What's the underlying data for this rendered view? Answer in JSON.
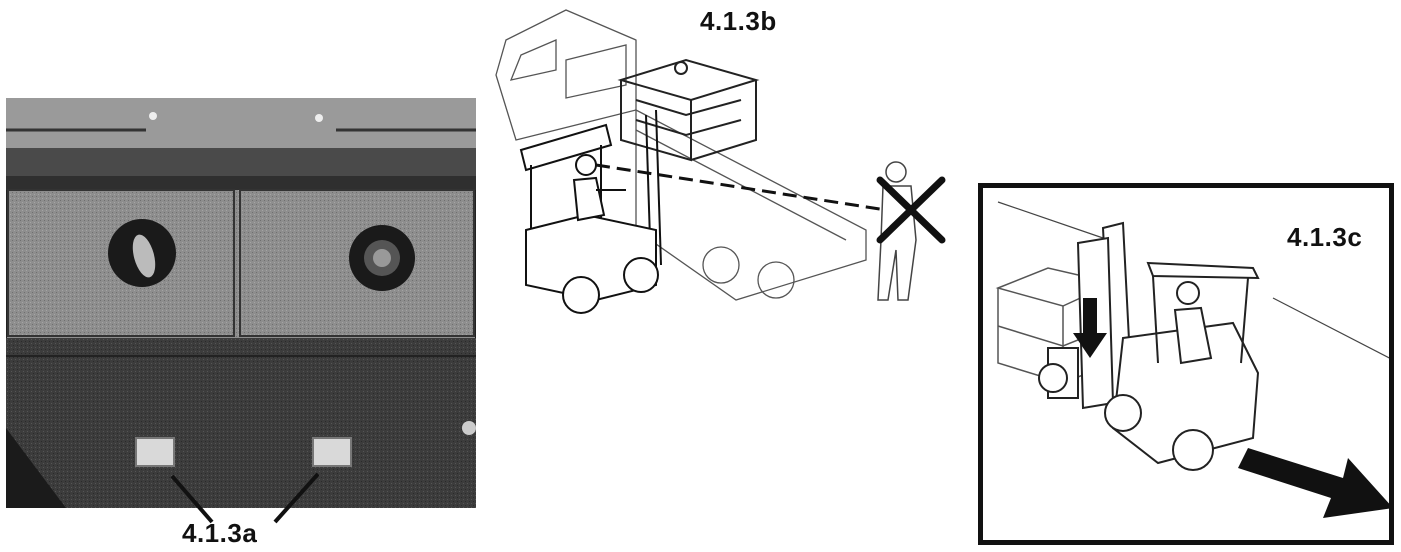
{
  "labels": {
    "fig_a": "4.1.3a",
    "fig_b": "4.1.3b",
    "fig_c": "4.1.3c"
  },
  "colors": {
    "panel_gray": "#8c8c8c",
    "panel_dark": "#3a3a3a",
    "line": "#111111",
    "light_lens": "#d8d8d8"
  },
  "icons": {
    "prohibited": "x-mark-icon",
    "direction": "arrow-icon"
  }
}
